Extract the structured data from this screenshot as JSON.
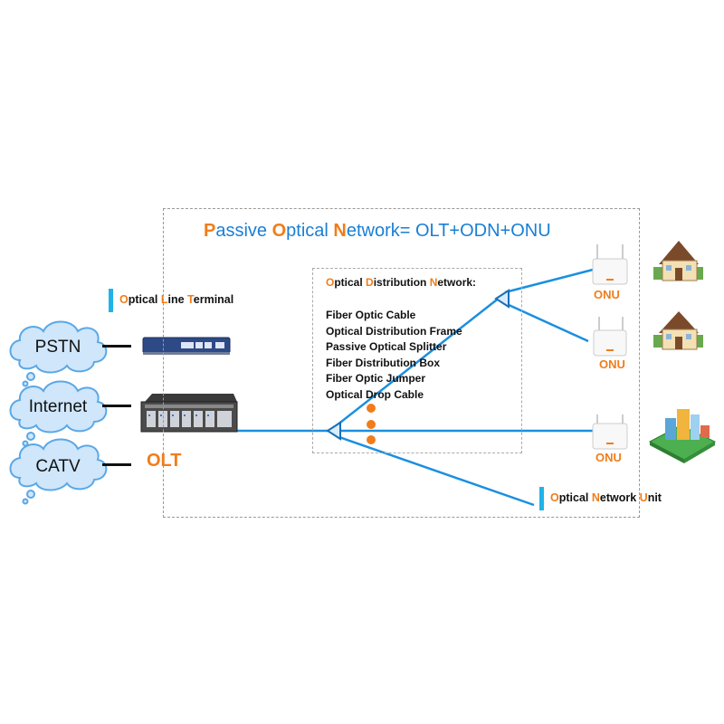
{
  "title": {
    "p1_cap": "P",
    "p1_rest": "assive ",
    "p2_cap": "O",
    "p2_rest": "ptical ",
    "p3_cap": "N",
    "p3_rest": "etwork= OLT+ODN+ONU"
  },
  "odn": {
    "t1_cap": "O",
    "t1_rest": "ptical ",
    "t2_cap": "D",
    "t2_rest": "istribution ",
    "t3_cap": "N",
    "t3_rest": "etwork:",
    "items": [
      "Fiber Optic Cable",
      "Optical Distribution Frame",
      "Passive Optical Splitter",
      "Fiber Distribution Box",
      "Fiber Optic Jumper",
      "Optical Drop Cable"
    ]
  },
  "olt_label": {
    "c1": "O",
    "r1": "ptical ",
    "c2": "L",
    "r2": "ine ",
    "c3": "T",
    "r3": "erminal"
  },
  "onu_label": {
    "c1": "O",
    "r1": "ptical ",
    "c2": "N",
    "r2": "etwork ",
    "c3": "U",
    "r3": "nit"
  },
  "clouds": [
    "PSTN",
    "Internet",
    "CATV"
  ],
  "olt_text": "OLT",
  "onu_text": [
    "ONU",
    "ONU",
    "ONU"
  ],
  "colors": {
    "fiber": "#1a8fe0",
    "accent": "#f07d1a",
    "cloud_fill": "#cfe6fb",
    "cloud_stroke": "#5aa8e6",
    "bar": "#1fb3e8"
  }
}
